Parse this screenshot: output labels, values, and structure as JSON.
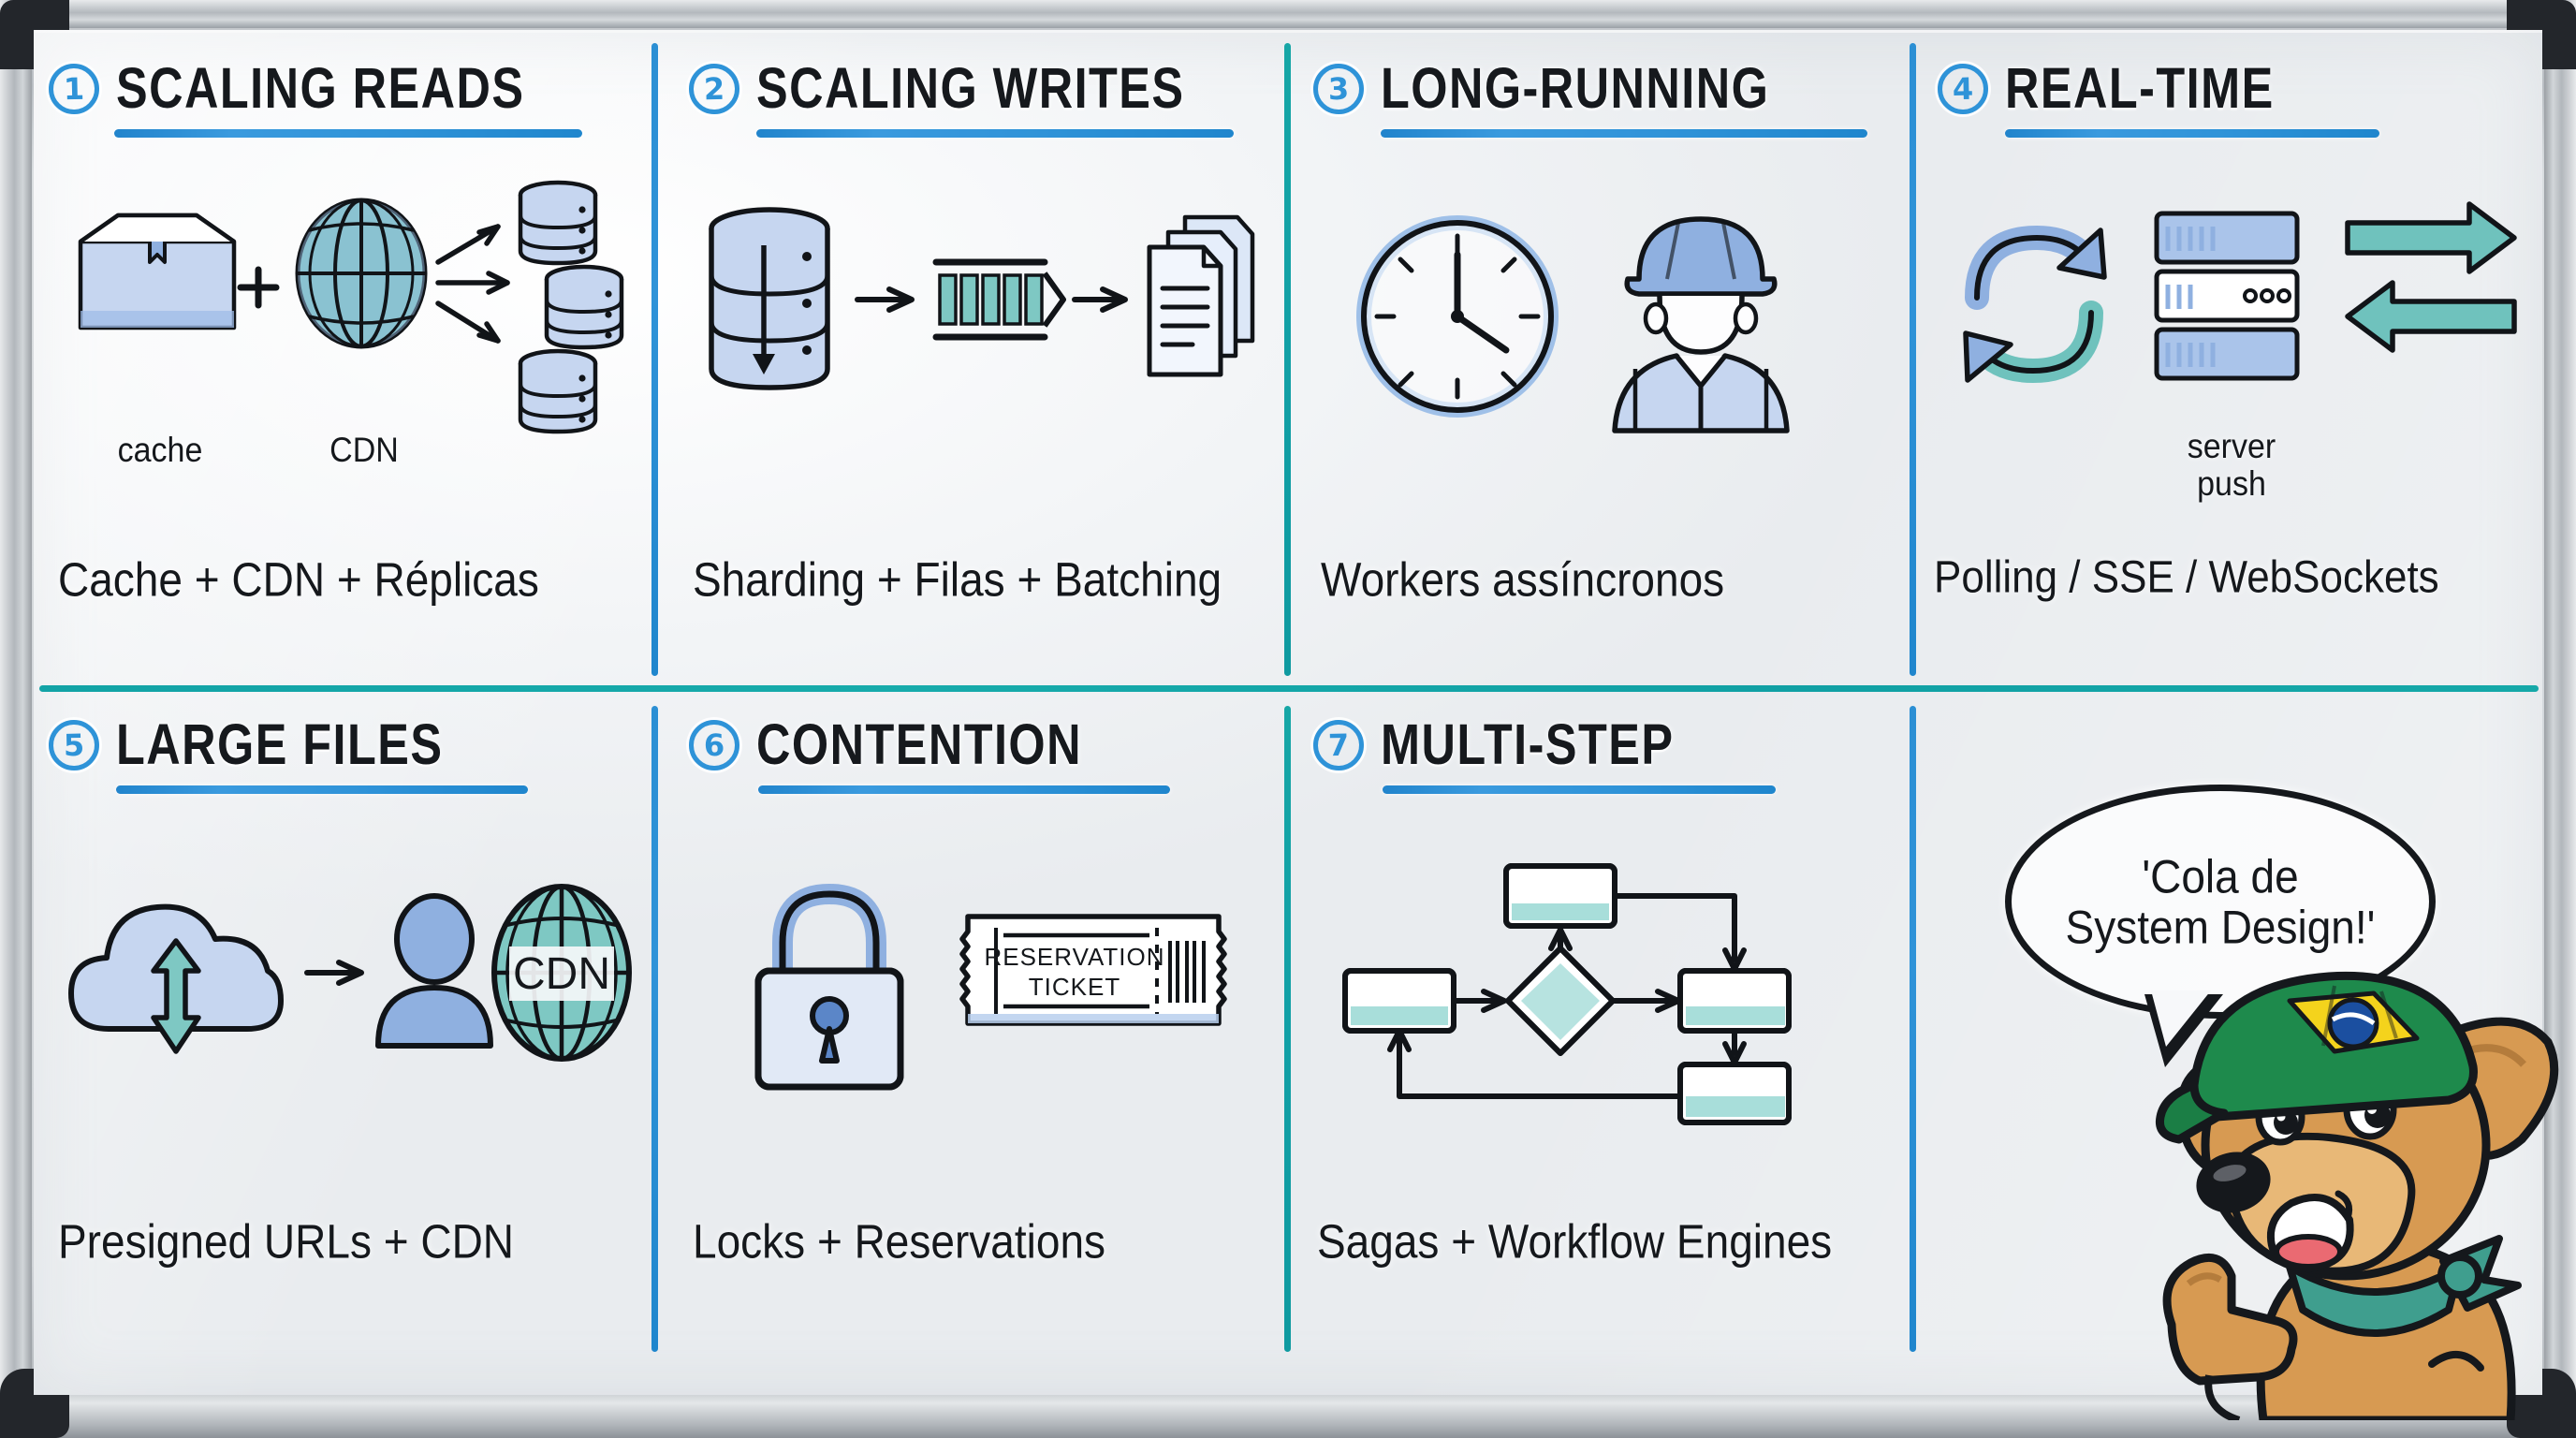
{
  "board": {
    "title_alt": "System Design cheat-sheet whiteboard",
    "colors": {
      "accent_blue": "#2e93d8",
      "accent_teal": "#12a3a6",
      "ink": "#15181c",
      "pencil_blue": "#8fb0e0",
      "pencil_teal": "#7ec8c3",
      "board": "#f3f5f7"
    }
  },
  "panels": [
    {
      "number": "1",
      "title": "SCALING READS",
      "caption": "Cache + CDN + Réplicas",
      "icons": [
        "box-cache-icon",
        "plus-icon",
        "globe-cdn-icon",
        "arrow-icon",
        "database-replica-icon"
      ],
      "labels": {
        "left": "cache",
        "middle": "CDN"
      }
    },
    {
      "number": "2",
      "title": "SCALING WRITES",
      "caption": "Sharding + Filas + Batching",
      "icons": [
        "database-sharded-icon",
        "arrow-icon",
        "queue-icon",
        "arrow-icon",
        "documents-batch-icon"
      ],
      "labels": {}
    },
    {
      "number": "3",
      "title": "LONG-RUNNING",
      "caption": "Workers assíncronos",
      "icons": [
        "clock-icon",
        "worker-helmet-icon"
      ],
      "labels": {}
    },
    {
      "number": "4",
      "title": "REAL-TIME",
      "caption": "Polling / SSE / WebSockets",
      "icons": [
        "refresh-cycle-icon",
        "server-rack-icon",
        "bidirectional-arrows-icon"
      ],
      "labels": {
        "under_server": "server\npush",
        "server_line1": "server",
        "server_line2": "push"
      }
    },
    {
      "number": "5",
      "title": "LARGE FILES",
      "caption": "Presigned URLs + CDN",
      "icons": [
        "cloud-upload-download-icon",
        "arrow-icon",
        "user-icon",
        "globe-cdn-icon"
      ],
      "labels": {
        "globe": "CDN"
      }
    },
    {
      "number": "6",
      "title": "CONTENTION",
      "caption": "Locks + Reservations",
      "icons": [
        "padlock-icon",
        "ticket-icon"
      ],
      "labels": {
        "ticket_line1": "RESERVATION",
        "ticket_line2": "TICKET"
      }
    },
    {
      "number": "7",
      "title": "MULTI-STEP",
      "caption": "Sagas + Workflow Engines",
      "icons": [
        "flowchart-icon"
      ],
      "labels": {}
    }
  ],
  "mascot": {
    "name": "dog-mascot",
    "speech_line1": "'Cola de",
    "speech_line2": "System Design!'",
    "cap": "brazil-flag-cap",
    "gesture": "thumbs-up"
  }
}
